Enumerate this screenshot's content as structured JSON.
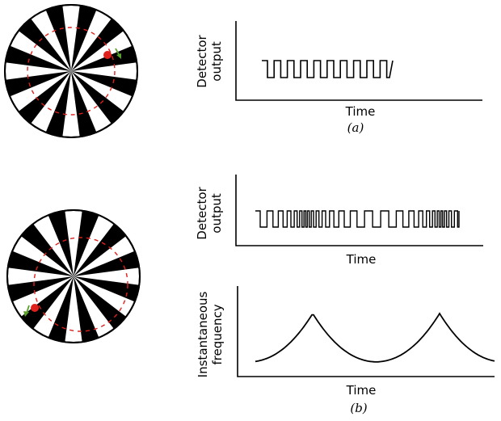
{
  "panel_a": {
    "ylabel_line1": "Detector",
    "ylabel_line2": "output",
    "xlabel": "Time",
    "caption": "(a)"
  },
  "panel_b": {
    "detector_ylabel_line1": "Detector",
    "detector_ylabel_line2": "output",
    "detector_xlabel": "Time",
    "frequency_ylabel_line1": "Instantaneous",
    "frequency_ylabel_line2": "frequency",
    "frequency_xlabel": "Time",
    "caption": "(b)"
  },
  "reticle": {
    "sector_pairs": 12,
    "colors": {
      "dark": "#000000",
      "light": "#ffffff",
      "path": "#e0201c",
      "spot": "#e0201c",
      "arrow": "#5aa02a"
    }
  }
}
